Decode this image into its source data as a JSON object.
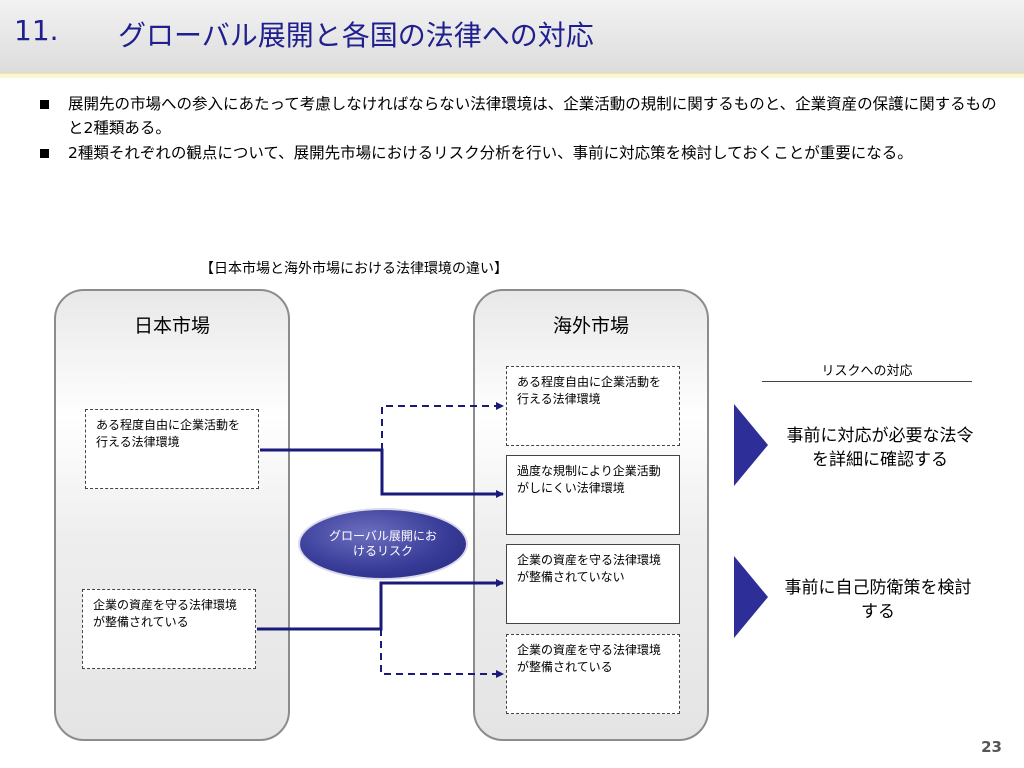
{
  "header": {
    "number": "11.",
    "title": "グローバル展開と各国の法律への対応"
  },
  "bullets": [
    "展開先の市場への参入にあたって考慮しなければならない法律環境は、企業活動の規制に関するものと、企業資産の保護に関するものと2種類ある。",
    "2種類それぞれの観点について、展開先市場におけるリスク分析を行い、事前に対応策を検討しておくことが重要になる。"
  ],
  "diagram": {
    "caption": "【日本市場と海外市場における法律環境の違い】",
    "japan": {
      "title": "日本市場",
      "box1": "ある程度自由に企業活動を行える法律環境",
      "box2": "企業の資産を守る法律環境が整備されている"
    },
    "center_oval": "グローバル展開におけるリスク",
    "overseas": {
      "title": "海外市場",
      "box1": "ある程度自由に企業活動を行える法律環境",
      "box2": "過度な規制により企業活動がしにくい法律環境",
      "box3": "企業の資産を守る法律環境が整備されていない",
      "box4": "企業の資産を守る法律環境が整備されている"
    },
    "risk_header": "リスクへの対応",
    "action1": "事前に対応が必要な法令を詳細に確認する",
    "action2": "事前に自己防衛策を検討する"
  },
  "page_number": "23",
  "colors": {
    "title": "#1f1f8f",
    "arrow": "#1a1a7a",
    "triangle": "#2e2e99",
    "oval": "#3a3d99"
  }
}
